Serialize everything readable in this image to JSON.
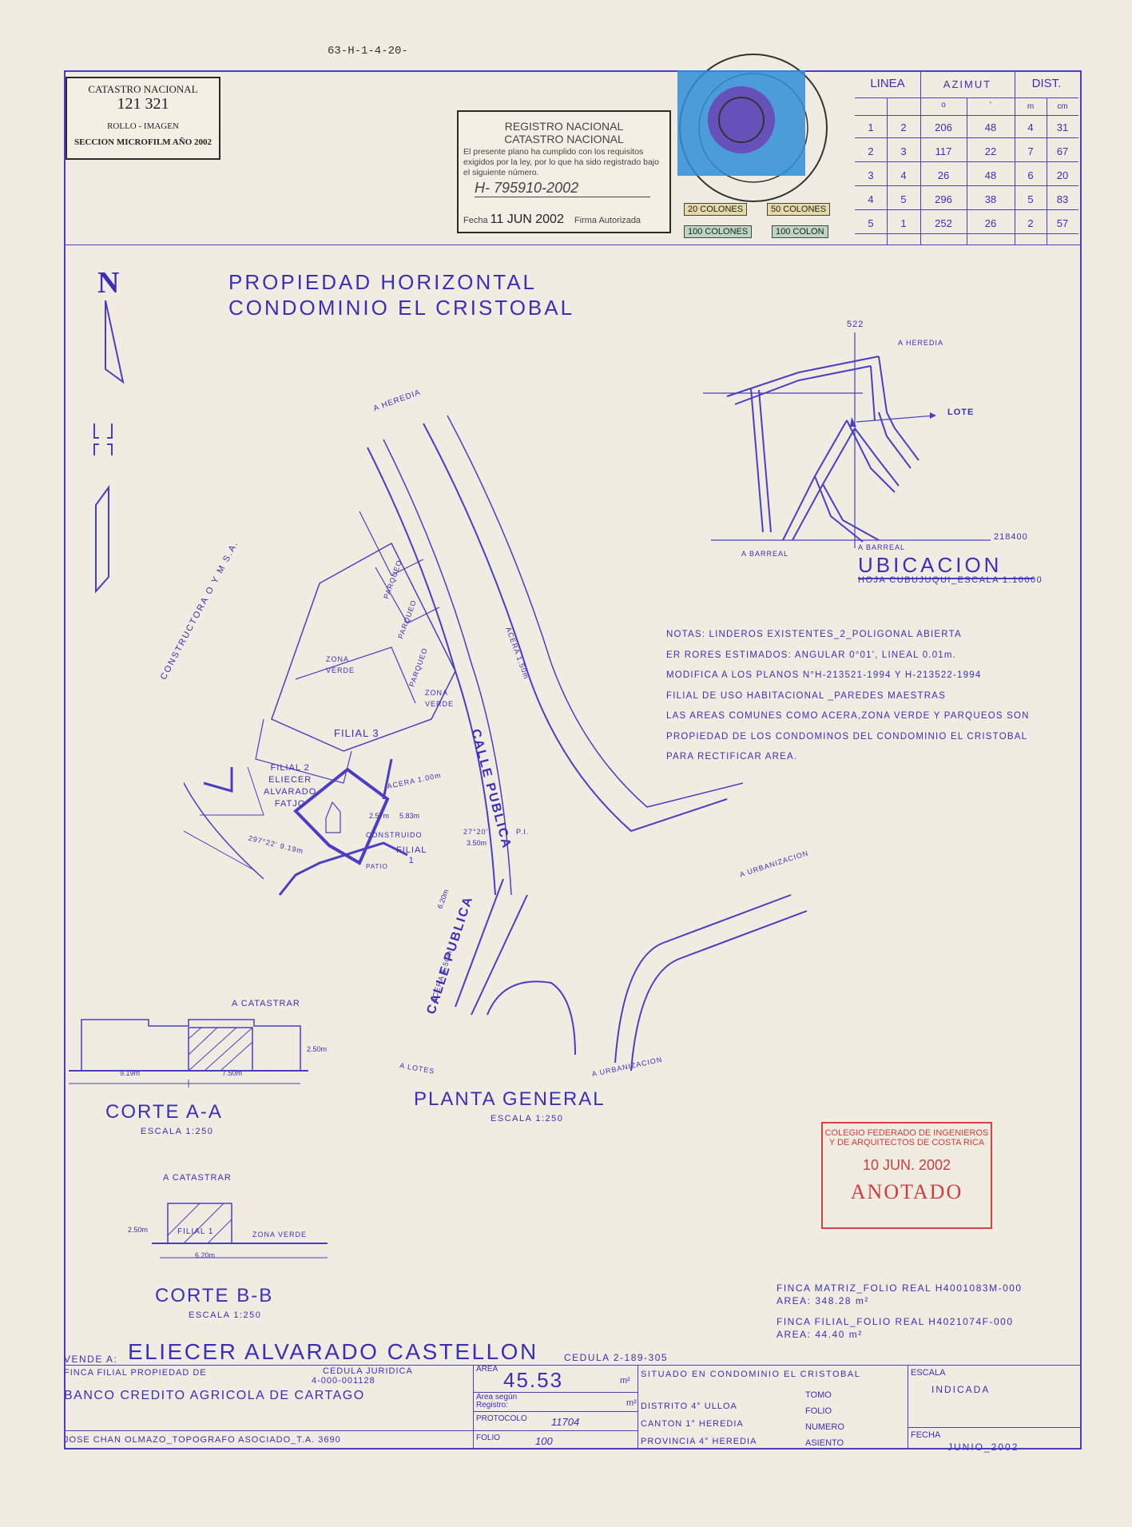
{
  "ref_code": "63-H-1-4-20-",
  "catastro_box": {
    "title": "CATASTRO NACIONAL",
    "number": "121 321",
    "line2": "ROLLO - IMAGEN",
    "line3": "SECCION MICROFILM AÑO 2002"
  },
  "registro_stamp": {
    "title": "REGISTRO NACIONAL",
    "subtitle": "CATASTRO NACIONAL",
    "body": "El presente plano ha cumplido con los requisitos exigidos por la ley, por lo que ha sido registrado bajo el siguiente número.",
    "number": "H- 795910-2002",
    "fecha_label": "Fecha",
    "fecha": "11 JUN 2002",
    "firma": "Firma Autorizada"
  },
  "timbres": [
    "20 COLONES",
    "50 COLONES",
    "100 COLONES",
    "100 COLON"
  ],
  "azimut_table": {
    "headers": [
      "LINEA",
      "AZIMUT",
      "DIST."
    ],
    "subheaders": [
      "o",
      "'",
      "m",
      "cm"
    ],
    "rows": [
      [
        "1",
        "2",
        "206",
        "48",
        "4",
        "31"
      ],
      [
        "2",
        "3",
        "117",
        "22",
        "7",
        "67"
      ],
      [
        "3",
        "4",
        "26",
        "48",
        "6",
        "20"
      ],
      [
        "4",
        "5",
        "296",
        "38",
        "5",
        "83"
      ],
      [
        "5",
        "1",
        "252",
        "26",
        "2",
        "57"
      ]
    ]
  },
  "title_line1": "PROPIEDAD HORIZONTAL",
  "title_line2": "CONDOMINIO EL CRISTOBAL",
  "north": "N",
  "ubicacion": {
    "title": "UBICACION",
    "subtitle": "HOJA CUBUJUQUI_ESCALA 1:10000",
    "coord_x": "522",
    "coord_y": "218400",
    "lote": "LOTE",
    "a_heredia": "A HEREDIA",
    "a_barreal_1": "A BARREAL",
    "a_barreal_2": "A BARREAL"
  },
  "notas": [
    "NOTAS: LINDEROS EXISTENTES_2_POLIGONAL ABIERTA",
    "ER RORES ESTIMADOS: ANGULAR 0°01', LINEAL 0.01m.",
    "MODIFICA A LOS PLANOS N°H-213521-1994 Y H-213522-1994",
    "FILIAL DE USO HABITACIONAL _PAREDES MAESTRAS",
    "LAS AREAS COMUNES COMO ACERA,ZONA VERDE Y PARQUEOS SON",
    "PROPIEDAD DE LOS CONDOMINOS DEL CONDOMINIO EL CRISTOBAL",
    "PARA RECTIFICAR AREA."
  ],
  "plan_labels": {
    "a_heredia": "A HEREDIA",
    "constructora": "CONSTRUCTORA O Y M S.A.",
    "parqueo": "PARQUEO",
    "zona_verde": "ZONA VERDE",
    "filial3": "FILIAL 3",
    "filial2": [
      "FILIAL 2",
      "ELIECER",
      "ALVARADO",
      "FATJO"
    ],
    "filial1": [
      "FILIAL",
      "1"
    ],
    "construido": "CONSTRUIDO",
    "patio": "PATIO",
    "calle_publica": "CALLE PUBLICA",
    "acera_150": "ACERA 1.50m",
    "acera_100": "ACERA 1.00m",
    "a_urbanizacion": "A URBANIZACION",
    "a_lotes": "A LOTES",
    "angle1": "297°22' 9.19m",
    "angle2": "27°20'",
    "pi": "P.I.",
    "d1": "2.57m",
    "d2": "5.83m",
    "d3": "3.50m",
    "d4": "6.20m"
  },
  "planta_general": {
    "title": "PLANTA GENERAL",
    "escala": "ESCALA 1:250"
  },
  "corte_aa": {
    "title": "CORTE A-A",
    "escala": "ESCALA 1:250",
    "a_catastrar": "A CATASTRAR",
    "h": "2.50m",
    "w1": "9.19m",
    "w2": "7.50m"
  },
  "corte_bb": {
    "title": "CORTE B-B",
    "escala": "ESCALA 1:250",
    "a_catastrar": "A CATASTRAR",
    "filial": "FILIAL 1",
    "zona": "ZONA VERDE",
    "h": "2.50m",
    "w": "6.20m"
  },
  "colegio_stamp": {
    "line1": "COLEGIO FEDERADO DE INGENIEROS",
    "line2": "Y DE ARQUITECTOS DE COSTA RICA",
    "date": "10 JUN. 2002",
    "status": "ANOTADO"
  },
  "finca": {
    "matriz": "FINCA MATRIZ_FOLIO REAL H4001083M-000",
    "matriz_area": "AREA: 348.28 m²",
    "filial": "FINCA FILIAL_FOLIO REAL H4021074F-000",
    "filial_area": "AREA: 44.40 m²"
  },
  "vende": {
    "label": "VENDE A:",
    "name": "ELIECER ALVARADO CASTELLON",
    "cedula": "CEDULA 2-189-305"
  },
  "footer": {
    "propiedad_label": "FINCA FILIAL  PROPIEDAD DE",
    "cedula_juridica_label": "CEDULA JURIDICA",
    "cedula_juridica": "4-000-001128",
    "owner": "BANCO CREDITO AGRICOLA DE CARTAGO",
    "topografo": "JOSE CHAN OLMAZO_TOPOGRAFO ASOCIADO_T.A. 3690",
    "area_label": "AREA",
    "area_value": "45.53",
    "area_unit": "m²",
    "area_segun": "Area según Registro:",
    "area_segun_unit": "m²",
    "protocolo_label": "PROTOCOLO",
    "protocolo_value": "11704",
    "folio_label": "FOLIO",
    "folio_value": "100",
    "situado": "SITUADO EN CONDOMINIO EL CRISTOBAL",
    "distrito": "DISTRITO 4° ULLOA",
    "canton": "CANTON 1° HEREDIA",
    "provincia": "PROVINCIA 4° HEREDIA",
    "tomo": "TOMO",
    "folio2": "FOLIO",
    "numero": "NUMERO",
    "asiento": "ASIENTO",
    "escala_label": "ESCALA",
    "escala_value": "INDICADA",
    "fecha_label": "FECHA",
    "fecha_value": "JUNIO_2002"
  },
  "colors": {
    "ink": "#3b2fb8",
    "paper": "#f1ece1",
    "stamp_red": "#d03c3c"
  }
}
